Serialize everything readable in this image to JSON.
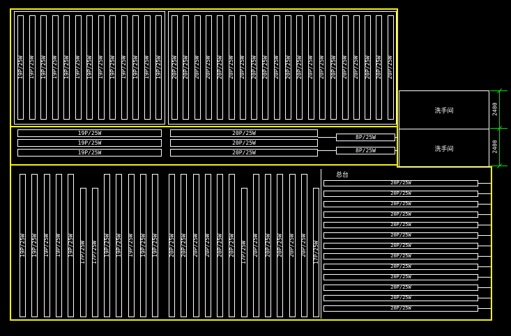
{
  "drawing": {
    "colors": {
      "background": "#000000",
      "boundary": "#f5f20e",
      "line": "#ffffff",
      "dimension": "#00e400",
      "text": "#ffffff"
    },
    "top_left_bank": {
      "labels": [
        "19P/25W",
        "19P/25W",
        "19P/25W",
        "19P/25W",
        "19P/25W",
        "19P/25W",
        "19P/25W",
        "19P/25W",
        "19P/25W",
        "19P/25W",
        "19P/25W",
        "19P/25W",
        "19P/25W"
      ]
    },
    "top_right_bank": {
      "labels": [
        "20P/25W",
        "20P/25W",
        "20P/25W",
        "20P/25W",
        "20P/25W",
        "20P/25W",
        "20P/25W",
        "20P/25W",
        "20P/25W",
        "20P/25W",
        "20P/25W",
        "20P/25W",
        "20P/25W",
        "20P/25W",
        "20P/25W",
        "20P/25W",
        "20P/25W",
        "20P/25W",
        "20P/25W",
        "20P/25W"
      ]
    },
    "mid_left_bars": [
      "19P/25W",
      "19P/25W",
      "19P/25W"
    ],
    "mid_center_bars": [
      "20P/25W",
      "20P/25W",
      "20P/25W"
    ],
    "mid_right_bars": [
      "8P/25W",
      "8P/25W"
    ],
    "washrooms": {
      "cells": [
        "洗手间",
        "洗手间"
      ],
      "dims": [
        "2400",
        "2400"
      ]
    },
    "bottom_left_bank": {
      "strips": [
        {
          "label": "19P/25W",
          "short": false
        },
        {
          "label": "19P/25W",
          "short": false
        },
        {
          "label": "19P/25W",
          "short": false
        },
        {
          "label": "19P/25W",
          "short": false
        },
        {
          "label": "19P/25W",
          "short": false
        },
        {
          "label": "17P/25W",
          "short": true
        },
        {
          "label": "17P/25W",
          "short": true
        },
        {
          "label": "19P/25W",
          "short": false
        },
        {
          "label": "19P/25W",
          "short": false
        },
        {
          "label": "19P/25W",
          "short": false
        },
        {
          "label": "19P/25W",
          "short": false
        },
        {
          "label": "19P/25W",
          "short": false
        }
      ]
    },
    "bottom_center_bank": {
      "strips": [
        {
          "label": "20P/25W",
          "short": false
        },
        {
          "label": "20P/25W",
          "short": false
        },
        {
          "label": "20P/25W",
          "short": false
        },
        {
          "label": "20P/25W",
          "short": false
        },
        {
          "label": "20P/25W",
          "short": false
        },
        {
          "label": "20P/25W",
          "short": false
        },
        {
          "label": "17P/25W",
          "short": true
        },
        {
          "label": "20P/25W",
          "short": false
        },
        {
          "label": "20P/25W",
          "short": false
        },
        {
          "label": "20P/25W",
          "short": false
        },
        {
          "label": "20P/25W",
          "short": false
        },
        {
          "label": "20P/25W",
          "short": false
        },
        {
          "label": "17P/25W",
          "short": true
        }
      ]
    },
    "front_desk": {
      "title": "总台",
      "rows": [
        "20P/25W",
        "20P/25W",
        "20P/25W",
        "20P/25W",
        "20P/25W",
        "20P/25W",
        "20P/25W",
        "20P/25W",
        "20P/25W",
        "20P/25W",
        "20P/25W",
        "20P/25W",
        "20P/25W"
      ]
    }
  }
}
